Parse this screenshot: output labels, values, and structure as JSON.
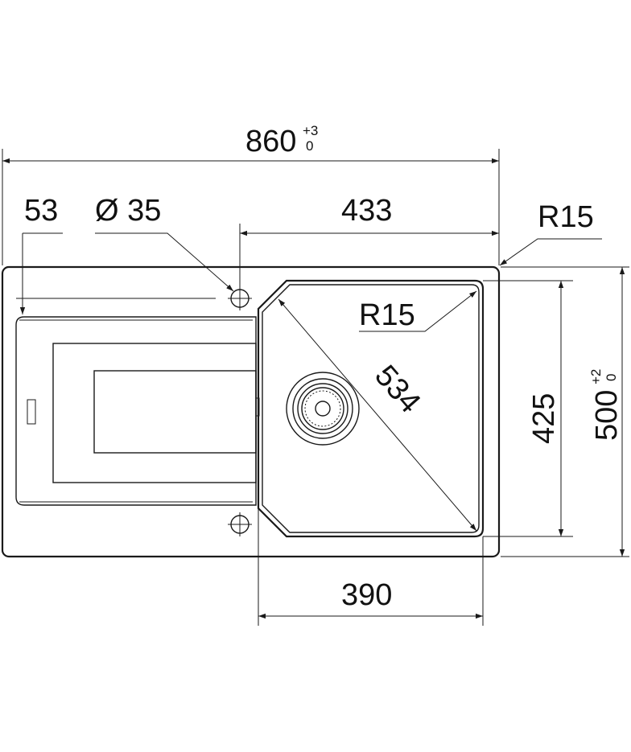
{
  "drawing": {
    "overall_width": {
      "value": "860",
      "tol_upper": "+3",
      "tol_lower": "0"
    },
    "overall_depth": {
      "value": "500",
      "tol_upper": "+2",
      "tol_lower": "0"
    },
    "tap_hole_offset": "53",
    "tap_hole_diameter": "Ø 35",
    "bowl_offset": "433",
    "corner_radius_outer": "R15",
    "corner_radius_bowl": "R15",
    "bowl_diagonal": "534",
    "bowl_depth": "425",
    "bowl_width": "390"
  },
  "colors": {
    "line": "#1a1a1a",
    "background": "#ffffff"
  }
}
